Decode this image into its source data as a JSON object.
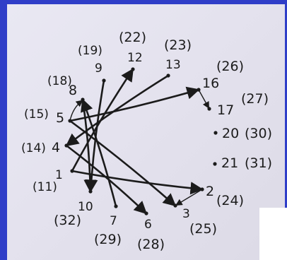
{
  "nodes": [
    {
      "id": "n1",
      "label": "1",
      "paren": "(11)"
    },
    {
      "id": "n2",
      "label": "2",
      "paren": "(24)"
    },
    {
      "id": "n3",
      "label": "3",
      "paren": "(25)"
    },
    {
      "id": "n4",
      "label": "4",
      "paren": "(14)"
    },
    {
      "id": "n5",
      "label": "5",
      "paren": "(15)"
    },
    {
      "id": "n6",
      "label": "6",
      "paren": "(28)"
    },
    {
      "id": "n7",
      "label": "7",
      "paren": "(29)"
    },
    {
      "id": "n8",
      "label": "8",
      "paren": "(18)"
    },
    {
      "id": "n9",
      "label": "9",
      "paren": "(19)"
    },
    {
      "id": "n10",
      "label": "10",
      "paren": "(32)"
    },
    {
      "id": "n12",
      "label": "12",
      "paren": "(22)"
    },
    {
      "id": "n13",
      "label": "13",
      "paren": "(23)"
    },
    {
      "id": "n16",
      "label": "16",
      "paren": "(26)"
    },
    {
      "id": "n17",
      "label": "17",
      "paren": "(27)"
    },
    {
      "id": "n20",
      "label": "20",
      "paren": "(30)"
    },
    {
      "id": "n21",
      "label": "21",
      "paren": "(31)"
    }
  ],
  "edges": [
    {
      "from": "1",
      "to": "2"
    },
    {
      "from": "4",
      "to": "6"
    },
    {
      "from": "5",
      "to": "16"
    },
    {
      "from": "5",
      "to": "3"
    },
    {
      "from": "7",
      "to": "8"
    },
    {
      "from": "8",
      "to": "10"
    },
    {
      "from": "9",
      "to": "10"
    },
    {
      "from": "1",
      "to": "12"
    },
    {
      "from": "13",
      "to": "4"
    },
    {
      "from": "5",
      "to": "8"
    },
    {
      "from": "2",
      "to": "3"
    },
    {
      "from": "16",
      "to": "17"
    }
  ],
  "colors": {
    "ink": "#1b1b1b",
    "background": "#2f3ec8",
    "paper": "#e6e5f0"
  }
}
